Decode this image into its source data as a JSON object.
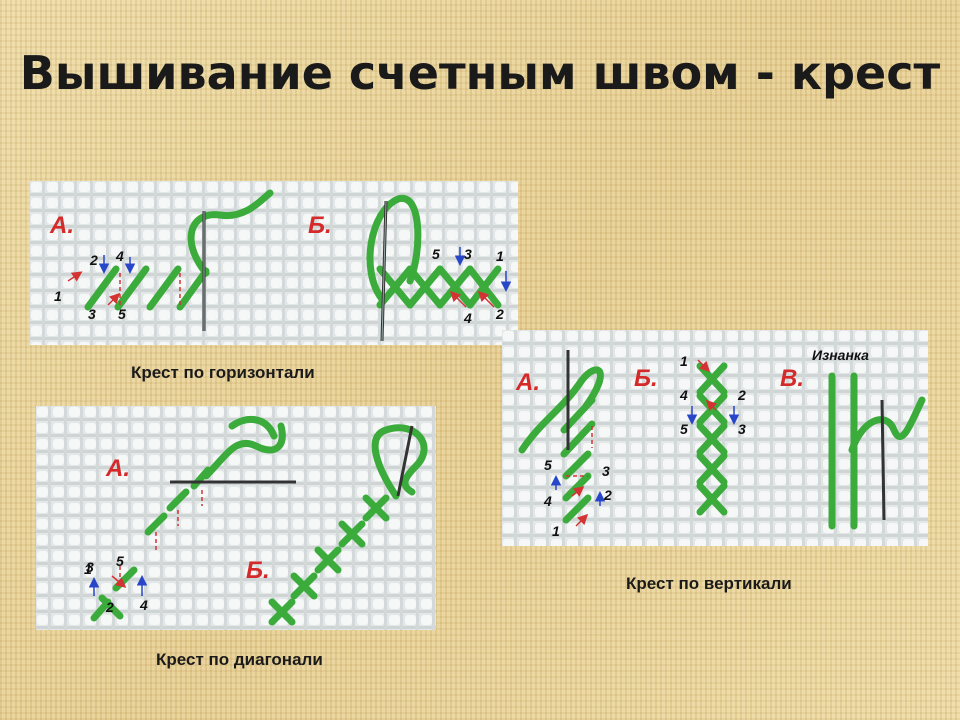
{
  "title": "Вышивание счетным швом - крест",
  "colors": {
    "background": "#e9d49c",
    "canvas": "#ecefef",
    "thread_green": "#3bab3b",
    "letter_red": "#d42a2a",
    "arrow_red": "#d43333",
    "arrow_blue": "#2846c8"
  },
  "panels": {
    "horizontal": {
      "caption": "Крест по горизонтали",
      "label_a": "А.",
      "label_b": "Б.",
      "steps_a": [
        "1",
        "2",
        "3",
        "4",
        "5"
      ],
      "steps_b": [
        "1",
        "2",
        "3",
        "4",
        "5"
      ]
    },
    "diagonal": {
      "caption": "Крест по диагонали",
      "label_a": "А.",
      "label_b": "Б.",
      "steps_a": [
        "1",
        "2",
        "3",
        "4",
        "5"
      ]
    },
    "vertical": {
      "caption": "Крест по вертикали",
      "label_a": "А.",
      "label_b": "Б.",
      "label_c": "В.",
      "reverse_side": "Изнанка",
      "steps_a": [
        "1",
        "2",
        "3",
        "4",
        "5"
      ],
      "steps_b": [
        "1",
        "2",
        "3",
        "4",
        "5"
      ]
    }
  }
}
